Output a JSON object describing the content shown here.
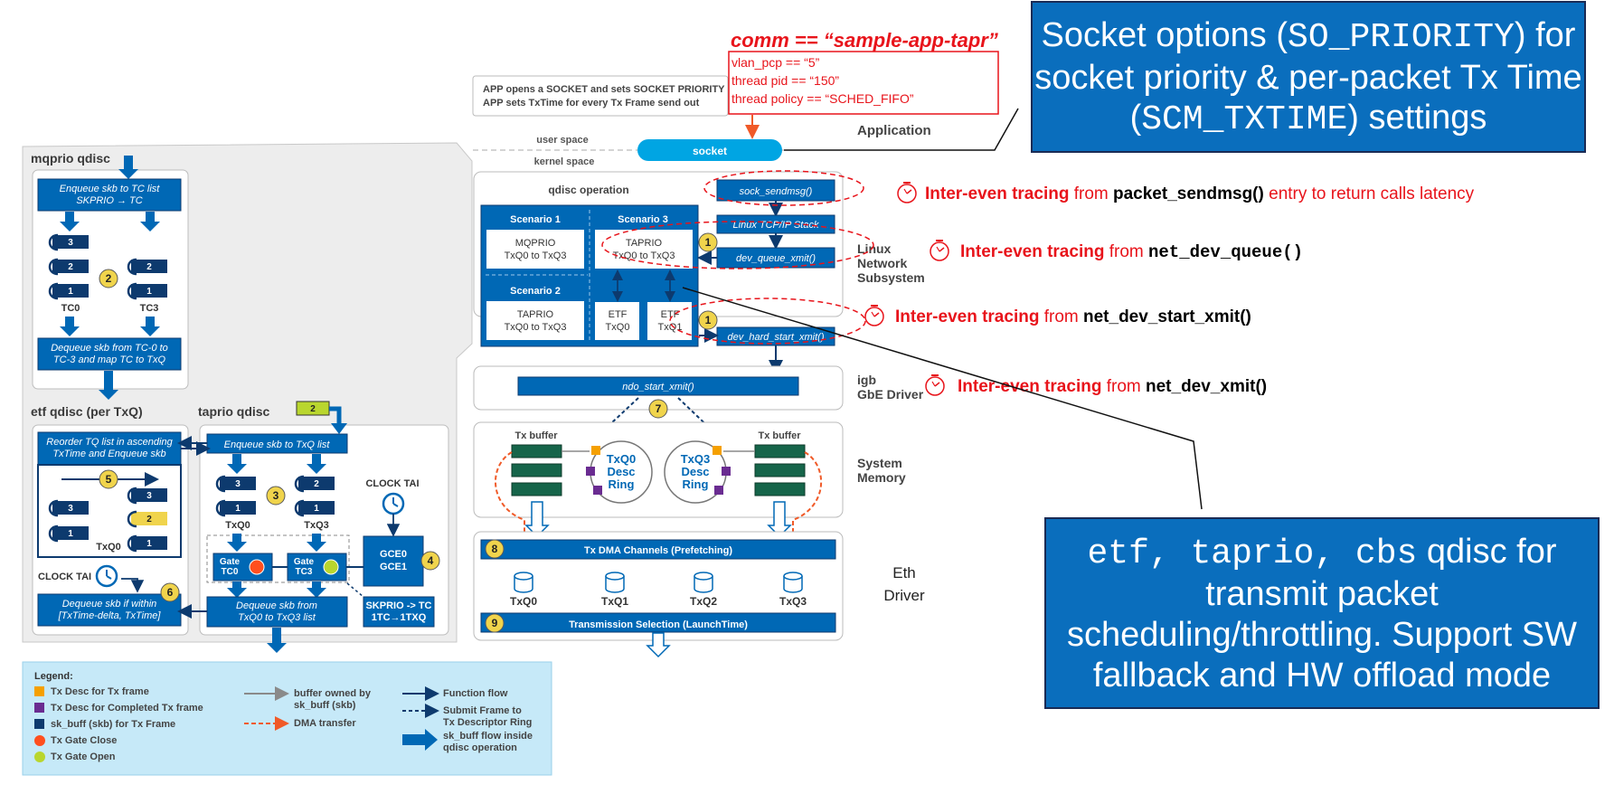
{
  "callouts": {
    "socket_options": {
      "prefix": "Socket options (",
      "code1": "SO_PRIORITY",
      "mid": ") for socket priority & per-packet Tx Time (",
      "code2": "SCM_TXTIME",
      "suffix": ") settings"
    },
    "qdisc": {
      "code": "etf, taprio, cbs",
      "text": " qdisc for transmit packet scheduling/throttling. Support SW fallback and HW offload mode"
    }
  },
  "comm": {
    "title": "comm == “sample-app-tapr”",
    "lines": [
      "vlan_pcp == “5”",
      "thread pid == “150”",
      "thread policy == “SCHED_FIFO”"
    ]
  },
  "app_note": [
    "APP opens a SOCKET and sets SOCKET PRIORITY",
    "APP sets TxTime for every Tx Frame send out"
  ],
  "space": {
    "user": "user space",
    "kernel": "kernel space",
    "socket": "socket"
  },
  "layers": {
    "application": "Application",
    "linux_network": [
      "Linux",
      "Network",
      "Subsystem"
    ],
    "igb": [
      "igb",
      "GbE Driver"
    ],
    "system_memory": [
      "System",
      "Memory"
    ],
    "eth_driver": [
      "Eth",
      "Driver"
    ]
  },
  "tracing": [
    {
      "red": "Inter-even tracing",
      "mid": " from ",
      "bold": "packet_sendmsg()",
      "tail": " entry to return calls latency",
      "mono": false
    },
    {
      "red": "Inter-even tracing",
      "mid": " from ",
      "bold": "net_dev_queue()",
      "tail": "",
      "mono": true
    },
    {
      "red": "Inter-even tracing",
      "mid": " from ",
      "bold": "net_dev_start_xmit()",
      "tail": "",
      "mono": false
    },
    {
      "red": "Inter-even tracing",
      "mid": " from ",
      "bold": "net_dev_xmit()",
      "tail": "",
      "mono": false
    }
  ],
  "qdisc_op": {
    "title": "qdisc operation",
    "scenario1": "Scenario 1",
    "scenario2": "Scenario 2",
    "scenario3": "Scenario 3",
    "mqprio": [
      "MQPRIO",
      "TxQ0 to TxQ3"
    ],
    "taprio_s2": [
      "TAPRIO",
      "TxQ0 to TxQ3"
    ],
    "taprio_s3": [
      "TAPRIO",
      "TxQ0 to TxQ3"
    ],
    "etf0": [
      "ETF",
      "TxQ0"
    ],
    "etf1": [
      "ETF",
      "TxQ1"
    ]
  },
  "funcs": {
    "sock_sendmsg": "sock_sendmsg()",
    "tcpip": "Linux TCP/IP Stack",
    "dev_queue_xmit": "dev_queue_xmit()",
    "dev_hard_start_xmit": "dev_hard_start_xmit()",
    "ndo_start_xmit": "ndo_start_xmit()"
  },
  "memory": {
    "tx_buffer": "Tx buffer",
    "ring0": [
      "TxQ0",
      "Desc",
      "Ring"
    ],
    "ring3": [
      "TxQ3",
      "Desc",
      "Ring"
    ]
  },
  "eth": {
    "dma": "Tx DMA Channels (Prefetching)",
    "queues": [
      "TxQ0",
      "TxQ1",
      "TxQ2",
      "TxQ3"
    ],
    "selection": "Transmission Selection (LaunchTime)"
  },
  "mqprio": {
    "title": "mqprio qdisc",
    "enqueue": [
      "Enqueue skb to TC list",
      "SKPRIO → TC"
    ],
    "tc0": [
      "3",
      "2",
      "1"
    ],
    "tc3": [
      "2",
      "1"
    ],
    "tc0_label": "TC0",
    "tc3_label": "TC3",
    "dequeue": [
      "Dequeue skb from TC-0 to",
      "TC-3 and map TC to TxQ"
    ]
  },
  "etf": {
    "title": "etf qdisc (per TxQ)",
    "reorder": [
      "Reorder TQ list in ascending",
      "TxTime and Enqueue skb"
    ],
    "left_items": [
      "3",
      "1"
    ],
    "right_items": [
      "3",
      "2",
      "1"
    ],
    "txq": "TxQ0",
    "clock": "CLOCK TAI",
    "dequeue": [
      "Dequeue skb if within",
      "[TxTime-delta, TxTime]"
    ]
  },
  "taprio": {
    "title": "taprio qdisc",
    "incoming": "2",
    "enqueue": "Enqueue skb to TxQ list",
    "txq0_items": [
      "3",
      "1"
    ],
    "txq3_items": [
      "2",
      "1"
    ],
    "txq0": "TxQ0",
    "txq3": "TxQ3",
    "clock": "CLOCK TAI",
    "gate0": [
      "Gate",
      "TC0"
    ],
    "gate3": [
      "Gate",
      "TC3"
    ],
    "gce": [
      "GCE0",
      "GCE1"
    ],
    "dequeue": [
      "Dequeue skb from",
      "TxQ0 to TxQ3 list"
    ],
    "skprio": [
      "SKPRIO -> TC",
      "1TC→1TXQ"
    ]
  },
  "badges": [
    "1",
    "1",
    "2",
    "3",
    "4",
    "5",
    "6",
    "7",
    "8",
    "9"
  ],
  "legend": {
    "title": "Legend:",
    "items": [
      {
        "label": "Tx Desc for Tx frame",
        "color": "#f5a000",
        "shape": "square"
      },
      {
        "label": "Tx Desc for Completed Tx frame",
        "color": "#6a2c91",
        "shape": "square"
      },
      {
        "label": "sk_buff (skb) for Tx Frame",
        "color": "#0d3a6e",
        "shape": "square"
      },
      {
        "label": "Tx Gate Close",
        "color": "#ff4f1f",
        "shape": "circle"
      },
      {
        "label": "Tx Gate Open",
        "color": "#b9d62e",
        "shape": "circle"
      }
    ],
    "lines": [
      {
        "label": [
          "buffer owned by",
          "sk_buff (skb)"
        ],
        "kind": "gray"
      },
      {
        "label": [
          "DMA transfer"
        ],
        "kind": "dma"
      },
      {
        "label": [
          "Function flow"
        ],
        "kind": "func"
      },
      {
        "label": [
          "Submit Frame to",
          "Tx Descriptor Ring"
        ],
        "kind": "submit"
      },
      {
        "label": [
          "sk_buff flow inside",
          "qdisc operation"
        ],
        "kind": "skbflow"
      }
    ]
  },
  "colors": {
    "blue": "#0068b5",
    "navy": "#0d3a6e",
    "red": "#e8141b",
    "yellow": "#f0d44c",
    "green": "#16654a",
    "socket": "#00a5e3",
    "callout": "#0a6ebd",
    "legend_bg": "#c6e9f8"
  }
}
